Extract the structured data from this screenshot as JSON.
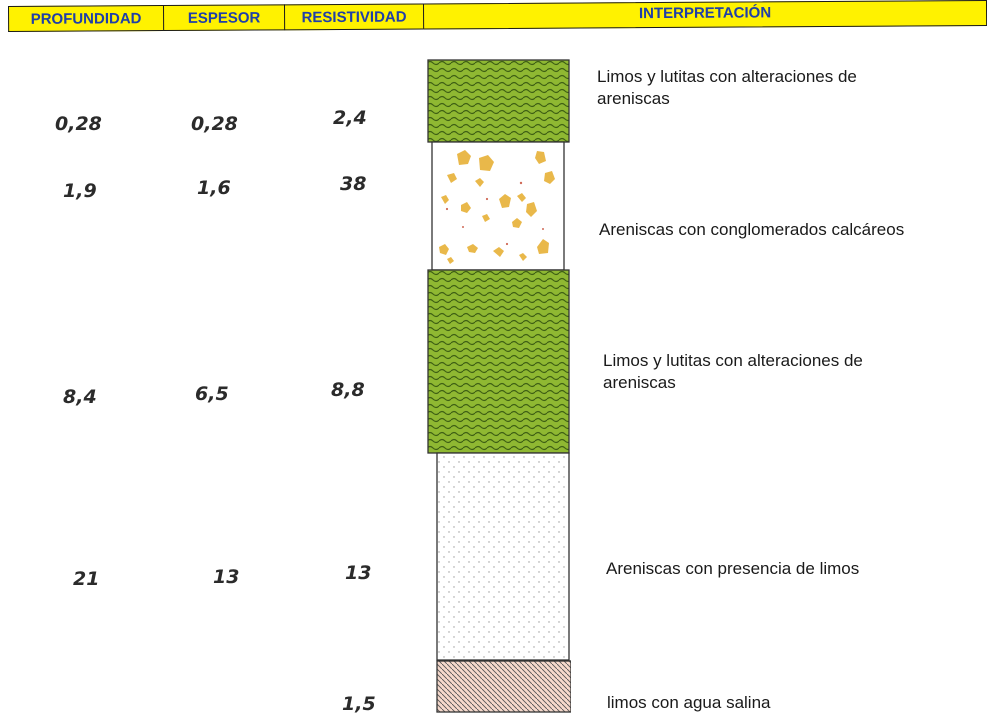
{
  "header": {
    "profundidad": "PROFUNDIDAD",
    "espesor": "ESPESOR",
    "resistividad": "RESISTIVIDAD",
    "interpretacion": "INTERPRETACIÓN"
  },
  "rows": [
    {
      "profundidad": "0,28",
      "espesor": "0,28",
      "resistividad": "2,4"
    },
    {
      "profundidad": "1,9",
      "espesor": "1,6",
      "resistividad": "38"
    },
    {
      "profundidad": "8,4",
      "espesor": "6,5",
      "resistividad": "8,8"
    },
    {
      "profundidad": "21",
      "espesor": "13",
      "resistividad": "13"
    },
    {
      "resistividad": "1,5"
    }
  ],
  "interpretations": [
    {
      "line1": "Limos y lutitas con alteraciones de",
      "line2": "areniscas"
    },
    {
      "line1": "Areniscas con conglomerados calcáreos"
    },
    {
      "line1": "Limos y lutitas con alteraciones de",
      "line2": "areniscas"
    },
    {
      "line1": "Areniscas con presencia de limos"
    },
    {
      "line1": "limos con agua salina"
    }
  ],
  "colors": {
    "header_bg": "#fff200",
    "header_text": "#1f3fa8",
    "limo_green": "#8fb832",
    "limo_wave": "#3e5f14",
    "conglomerate": "#e9b84a",
    "sand_dot": "#9a9a9a",
    "saline_fill": "#f6d9cc",
    "saline_hatch": "#555555"
  },
  "layer_patterns": [
    "wavy-green",
    "conglomerate",
    "wavy-green",
    "dotted-sand",
    "hatched-pink"
  ]
}
